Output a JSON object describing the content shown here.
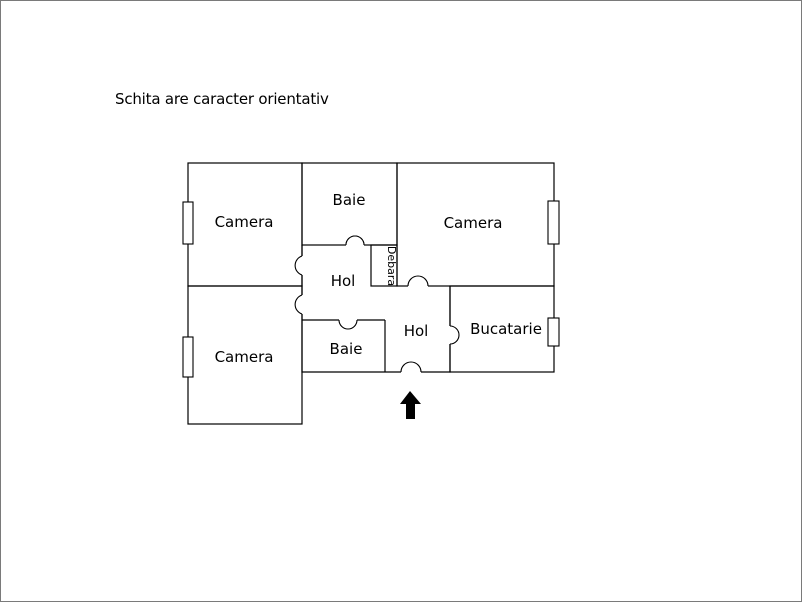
{
  "note": "Schita are caracter orientativ",
  "rooms": {
    "camera_top_left": "Camera",
    "camera_bottom_left": "Camera",
    "camera_top_right": "Camera",
    "baie_top": "Baie",
    "baie_bottom": "Baie",
    "hol_left": "Hol",
    "hol_center": "Hol",
    "debara": "Debara",
    "bucatarie": "Bucatarie"
  },
  "entrance_icon": "up-arrow-icon"
}
